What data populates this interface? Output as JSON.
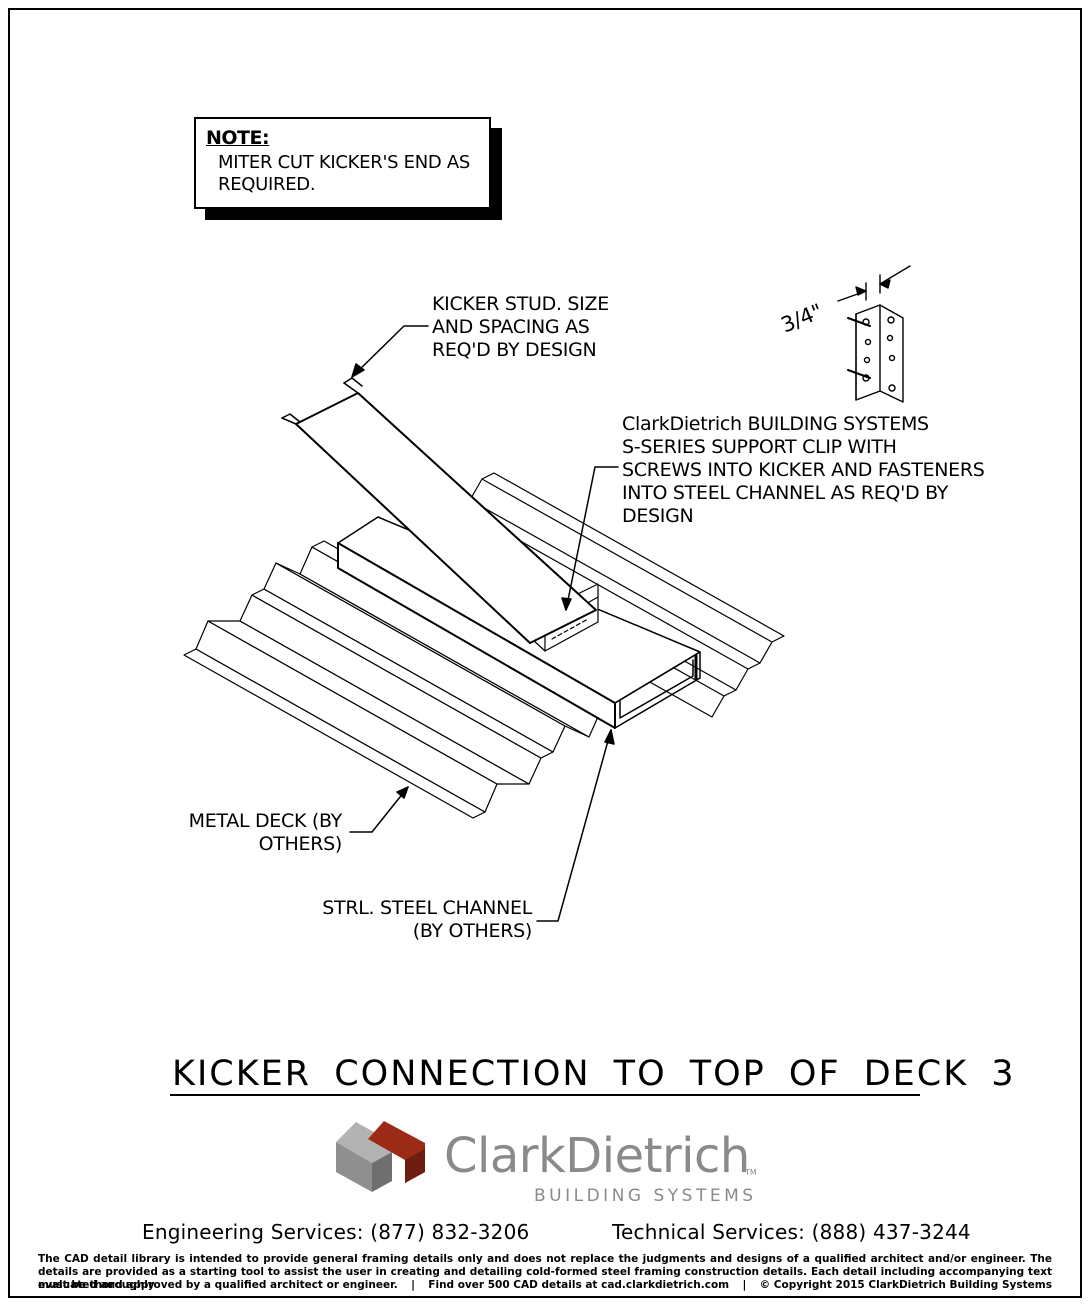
{
  "note": {
    "heading": "NOTE:",
    "body": "MITER CUT KICKER'S END AS REQUIRED."
  },
  "labels": {
    "kicker_stud": [
      "KICKER STUD. SIZE",
      "AND SPACING AS",
      "REQ'D BY DESIGN"
    ],
    "support_clip": [
      "ClarkDietrich BUILDING SYSTEMS",
      "S-SERIES SUPPORT CLIP WITH",
      "SCREWS INTO KICKER AND FASTENERS",
      "INTO STEEL CHANNEL AS REQ'D BY",
      "DESIGN"
    ],
    "metal_deck": [
      "METAL DECK (BY",
      "OTHERS)"
    ],
    "steel_channel": [
      "STRL. STEEL CHANNEL",
      "(BY OTHERS)"
    ],
    "clip_dimension": "3/4\""
  },
  "title": "KICKER CONNECTION TO TOP OF DECK 3",
  "logo": {
    "name": "ClarkDietrich",
    "tm": "TM",
    "tagline": "BUILDING SYSTEMS",
    "colors": {
      "red": "#9b2a17",
      "dark_gray": "#6f6f6f",
      "light_gray": "#b3b3b3"
    }
  },
  "contacts": {
    "engineering": "Engineering Services: (877) 832-3206",
    "technical": "Technical Services: (888) 437-3244"
  },
  "disclaimer": {
    "text": "The CAD detail library is intended to provide general framing details only and does not replace the judgments and designs of a qualified architect and/or engineer. The details are provided as a starting tool to assist the user in creating and detailing cold-formed steel framing construction details. Each detail including accompanying text must be thoroughly",
    "line3_a": "evaluated and approved by a qualified architect or engineer.",
    "separator": "|",
    "line3_b": "Find over 500 CAD details at cad.clarkdietrich.com",
    "line3_c": "© Copyright 2015 ClarkDietrich Building Systems"
  }
}
